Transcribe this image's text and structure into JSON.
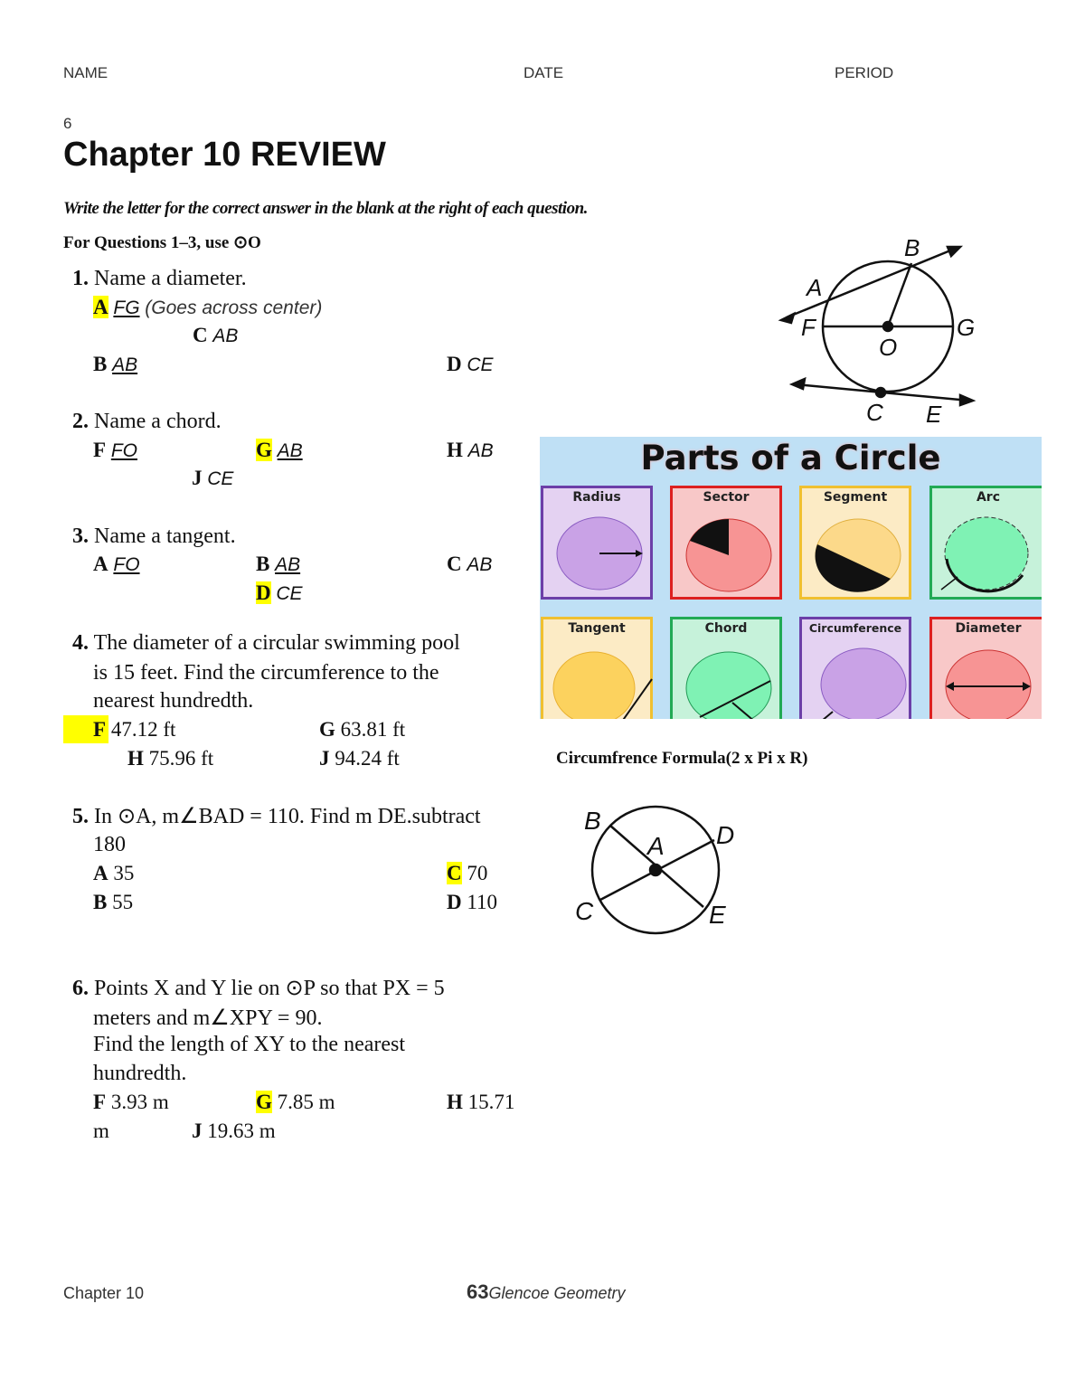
{
  "header": {
    "name_label": "NAME",
    "date_label": "DATE",
    "period_label": "PERIOD"
  },
  "page_marker": "6",
  "title": "Chapter 10 REVIEW",
  "instructions": "Write the letter for the correct answer in the blank at the right of each question.",
  "group_intro": "For Questions 1–3, use ⊙O",
  "highlight_color": "#ffff00",
  "questions": {
    "q1": {
      "num": "1.",
      "text": "Name a diameter.",
      "a_letter": "A",
      "a_val": "FG",
      "a_note": "(Goes across center)",
      "c_letter": "C",
      "c_val": "AB",
      "b_letter": "B",
      "b_val": "AB",
      "d_letter": "D",
      "d_val": "CE",
      "selected": "A"
    },
    "q2": {
      "num": "2.",
      "text": "Name a chord.",
      "f_letter": "F",
      "f_val": "FO",
      "g_letter": "G",
      "g_val": "AB",
      "h_letter": "H",
      "h_val": "AB",
      "j_letter": "J",
      "j_val": "CE",
      "selected": "G"
    },
    "q3": {
      "num": "3.",
      "text": "Name a tangent.",
      "a_letter": "A",
      "a_val": "FO",
      "b_letter": "B",
      "b_val": "AB",
      "c_letter": "C",
      "c_val": "AB",
      "d_letter": "D",
      "d_val": "CE",
      "selected": "D"
    },
    "q4": {
      "num": "4.",
      "line1": "The diameter of a circular swimming pool",
      "line2": "is 15 feet. Find the circumference to the",
      "line3": "nearest hundredth.",
      "f_letter": "F",
      "f_val": "47.12 ft",
      "g_letter": "G",
      "g_val": "63.81 ft",
      "h_letter": "H",
      "h_val": "75.96 ft",
      "j_letter": "J",
      "j_val": "94.24 ft",
      "selected": "F"
    },
    "q5": {
      "num": "5.",
      "line1": "In ⊙A, m∠BAD = 110. Find m DE.",
      "note": "subtract",
      "line2": "180",
      "a_letter": "A",
      "a_val": "35",
      "b_letter": "B",
      "b_val": "55",
      "c_letter": "C",
      "c_val": "70",
      "d_letter": "D",
      "d_val": "110",
      "selected": "C"
    },
    "q6": {
      "num": "6.",
      "line1": "Points X and Y lie on ⊙P so that PX = 5",
      "line2": "meters and m∠XPY = 90.",
      "line3": "Find the length of XY to the nearest",
      "line4": "hundredth.",
      "f_letter": "F",
      "f_val": "3.93 m",
      "g_letter": "G",
      "g_val": "7.85 m",
      "h_letter": "H",
      "h_val": "15.71",
      "h_unit": "m",
      "j_letter": "J",
      "j_val": "19.63 m",
      "selected": "G"
    }
  },
  "diagram1": {
    "labels": [
      "A",
      "B",
      "F",
      "O",
      "G",
      "C",
      "E"
    ]
  },
  "diagram2": {
    "labels": [
      "B",
      "A",
      "D",
      "C",
      "E"
    ]
  },
  "poster": {
    "title": "Parts of a Circle",
    "cards": [
      "Radius",
      "Sector",
      "Segment",
      "Arc",
      "Tangent",
      "Chord",
      "Circumference",
      "Diameter"
    ]
  },
  "formula_note": "Circumfrence Formula(2 x Pi x R)",
  "footer": {
    "chapter": "Chapter 10",
    "page_num": "63",
    "book": "Glencoe Geometry"
  }
}
